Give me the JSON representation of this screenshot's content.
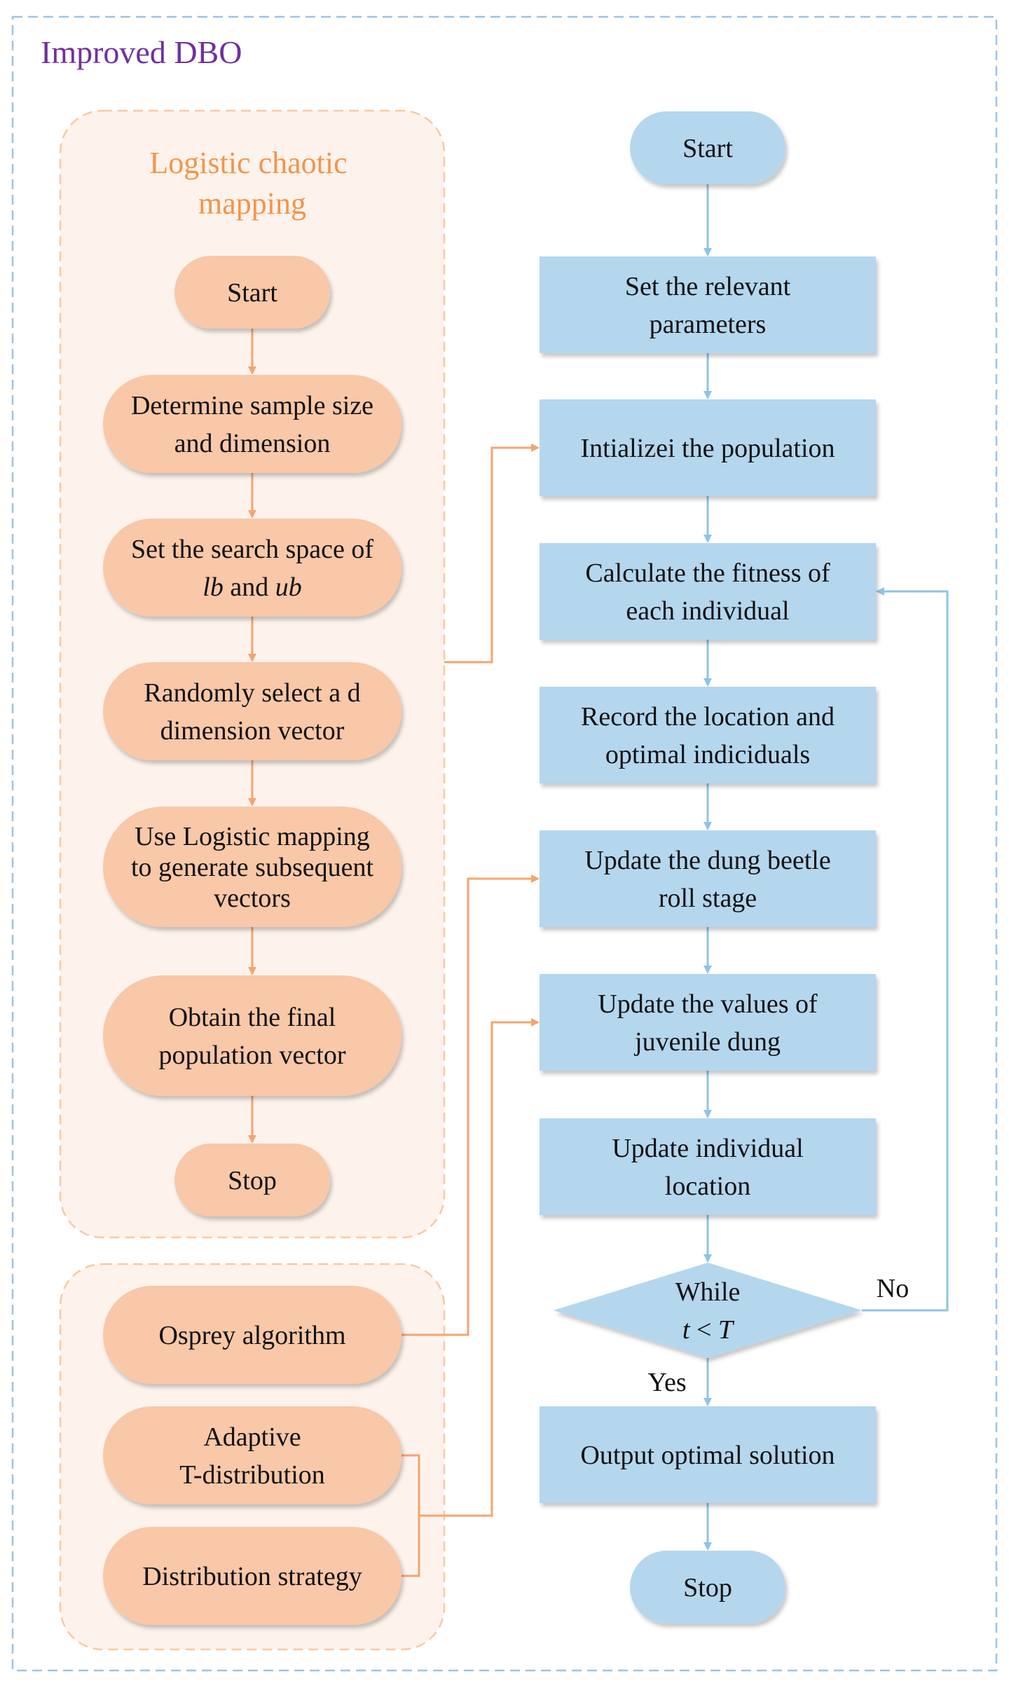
{
  "title": "Improved DBO",
  "logistic_group": {
    "title_lines": [
      "Logistic chaotic",
      "mapping"
    ],
    "nodes": [
      {
        "id": "l-start",
        "lines": [
          "Start"
        ]
      },
      {
        "id": "l-determine",
        "lines": [
          "Determine sample size",
          "and dimension"
        ]
      },
      {
        "id": "l-search",
        "lines": [
          "Set the search space of",
          "lb and ub"
        ]
      },
      {
        "id": "l-random",
        "lines": [
          "Randomly select  a d",
          "dimension vector"
        ]
      },
      {
        "id": "l-logistic",
        "lines": [
          "Use Logistic mapping",
          "to generate subsequent",
          "vectors"
        ]
      },
      {
        "id": "l-obtain",
        "lines": [
          "Obtain the final",
          "population vector"
        ]
      },
      {
        "id": "l-stop",
        "lines": [
          "Stop"
        ]
      }
    ]
  },
  "strategy_group": {
    "nodes": [
      {
        "id": "s-osprey",
        "lines": [
          "Osprey algorithm"
        ]
      },
      {
        "id": "s-adaptive",
        "lines": [
          "Adaptive",
          "T-distribution"
        ]
      },
      {
        "id": "s-distribution",
        "lines": [
          "Distribution strategy"
        ]
      }
    ]
  },
  "main_flow": {
    "nodes": [
      {
        "id": "m-start",
        "lines": [
          "Start"
        ]
      },
      {
        "id": "m-params",
        "lines": [
          "Set the relevant",
          "parameters"
        ]
      },
      {
        "id": "m-init",
        "lines": [
          "Intializei the population"
        ]
      },
      {
        "id": "m-fitness",
        "lines": [
          "Calculate the fitness of",
          "each individual"
        ]
      },
      {
        "id": "m-record",
        "lines": [
          "Record the location and",
          "optimal indiciduals"
        ]
      },
      {
        "id": "m-roll",
        "lines": [
          "Update the dung beetle",
          "roll stage"
        ]
      },
      {
        "id": "m-juvenile",
        "lines": [
          "Update the  values of",
          "juvenile dung"
        ]
      },
      {
        "id": "m-location",
        "lines": [
          "Update individual",
          "location"
        ]
      },
      {
        "id": "m-while",
        "lines": [
          "While",
          "t < T"
        ]
      },
      {
        "id": "m-output",
        "lines": [
          "Output optimal solution"
        ]
      },
      {
        "id": "m-stop",
        "lines": [
          "Stop"
        ]
      }
    ],
    "edge_labels": {
      "no": "No",
      "yes": "Yes"
    }
  },
  "colors": {
    "orange_node": "#f8c8a8",
    "orange_line": "#f4a56e",
    "orange_title": "#f4944a",
    "blue_node": "#b4d7ee",
    "blue_line": "#8fc3e6",
    "title": "#7030a0"
  }
}
